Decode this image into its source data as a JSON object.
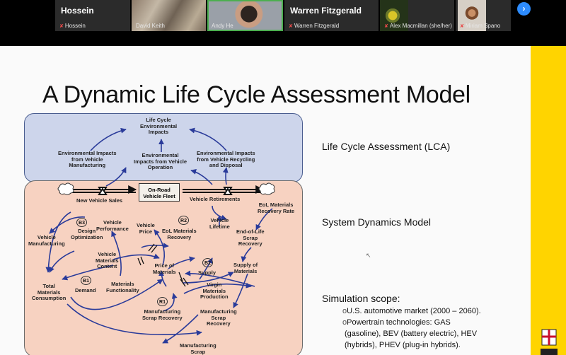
{
  "participants": [
    {
      "big": "Hossein",
      "name": "Hossein",
      "muted": true
    },
    {
      "big": "",
      "name": "David Keith",
      "muted": false
    },
    {
      "big": "",
      "name": "Andy He",
      "muted": false
    },
    {
      "big": "Warren Fitzgerald",
      "name": "Warren Fitzgerald",
      "muted": true
    },
    {
      "big": "",
      "name": "Alex Macmillan (she/her)",
      "muted": true
    },
    {
      "big": "",
      "name": "Miriam Spano",
      "muted": true
    }
  ],
  "next_label": "›",
  "slide": {
    "title": "A Dynamic Life Cycle Assessment Model",
    "lca_label": "Life Cycle Assessment (LCA)",
    "sd_label": "System Dynamics Model",
    "scope_title": "Simulation scope:",
    "scope_items": [
      "U.S. automotive market (2000 – 2060).",
      "Powertrain technologies: GAS",
      "(gasoline), BEV (battery electric), HEV",
      "(hybrids), PHEV (plug-in hybrids)."
    ],
    "bullet": "o"
  },
  "diagram": {
    "lca_top": "Life Cycle\nEnvironmental\nImpacts",
    "env_mfg": "Environmental Impacts\nfrom Vehicle\nManufacturing",
    "env_op": "Environmental\nImpacts from Vehicle\nOperation",
    "env_rec": "Environmental Impacts\nfrom Vehicle Recycling\nand Disposal",
    "fleet": "On-Road\nVehicle Fleet",
    "new_sales": "New Vehicle Sales",
    "retire": "Vehicle Retirements",
    "eol_rate": "EoL Materials\nRecovery Rate",
    "design_opt": "Design\nOptimization",
    "veh_perf": "Vehicle\nPerformance",
    "veh_price": "Vehicle\nPrice",
    "eol_mat_rec": "EoL Materials\nRecovery",
    "veh_life": "Vehicle\nLifetime",
    "eol_scrap": "End-of-Life\nScrap\nRecovery",
    "veh_mfg": "Vehicle\nManufacturing",
    "veh_mat": "Vehicle\nMaterials\nContent",
    "price_mat": "Price of\nMaterials",
    "supply": "Supply",
    "supply_mat": "Supply of\nMaterials",
    "total_mat": "Total\nMaterials\nConsumption",
    "demand": "Demand",
    "mat_func": "Materials\nFunctionality",
    "virgin": "Virgin\nMaterials\nProduction",
    "mfg_scrap_rec": "Manufacturing\nScrap Recovery",
    "mfg_scrap_rec2": "Manufacturing\nScrap\nRecovery",
    "mfg_scrap": "Manufacturing\nScrap",
    "loops": [
      "B3",
      "R2",
      "B2",
      "B1",
      "R1"
    ]
  }
}
